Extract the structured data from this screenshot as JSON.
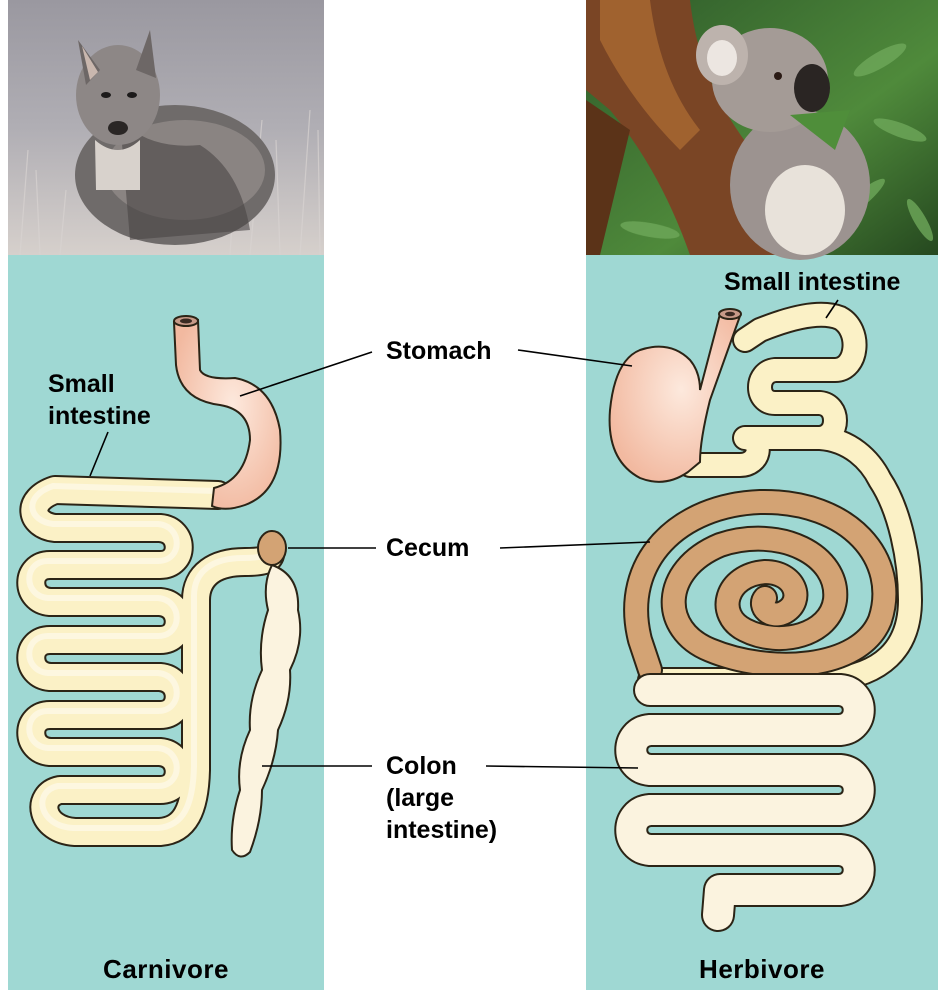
{
  "labels": {
    "stomach": "Stomach",
    "cecum": "Cecum",
    "colon_1": "Colon",
    "colon_2": "(large",
    "colon_3": "intestine)",
    "carnivore_small_1": "Small",
    "carnivore_small_2": "intestine",
    "herbivore_small": "Small intestine"
  },
  "panels": {
    "left_title": "Carnivore",
    "right_title": "Herbivore"
  },
  "colors": {
    "panel_bg": "#9fd8d3",
    "intestine_fill": "#fbf1c6",
    "intestine_outline": "#2b2416",
    "stomach_fill": "#f9d5c1",
    "cecum_fill": "#d3a374",
    "colon_fill": "#fbf3df"
  }
}
